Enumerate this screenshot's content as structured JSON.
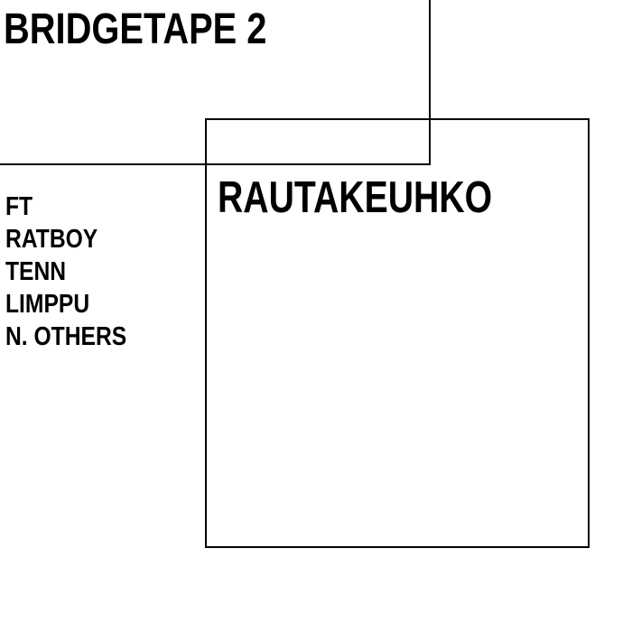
{
  "canvas": {
    "background_color": "#ffffff",
    "ink_color": "#000000"
  },
  "cover": {
    "title": "BRIDGETAPE 2",
    "album_title": "RAUTAKEUHKO",
    "credits": [
      "FT",
      "RATBOY",
      "TENN",
      "LIMPPU",
      "N. OTHERS"
    ]
  }
}
